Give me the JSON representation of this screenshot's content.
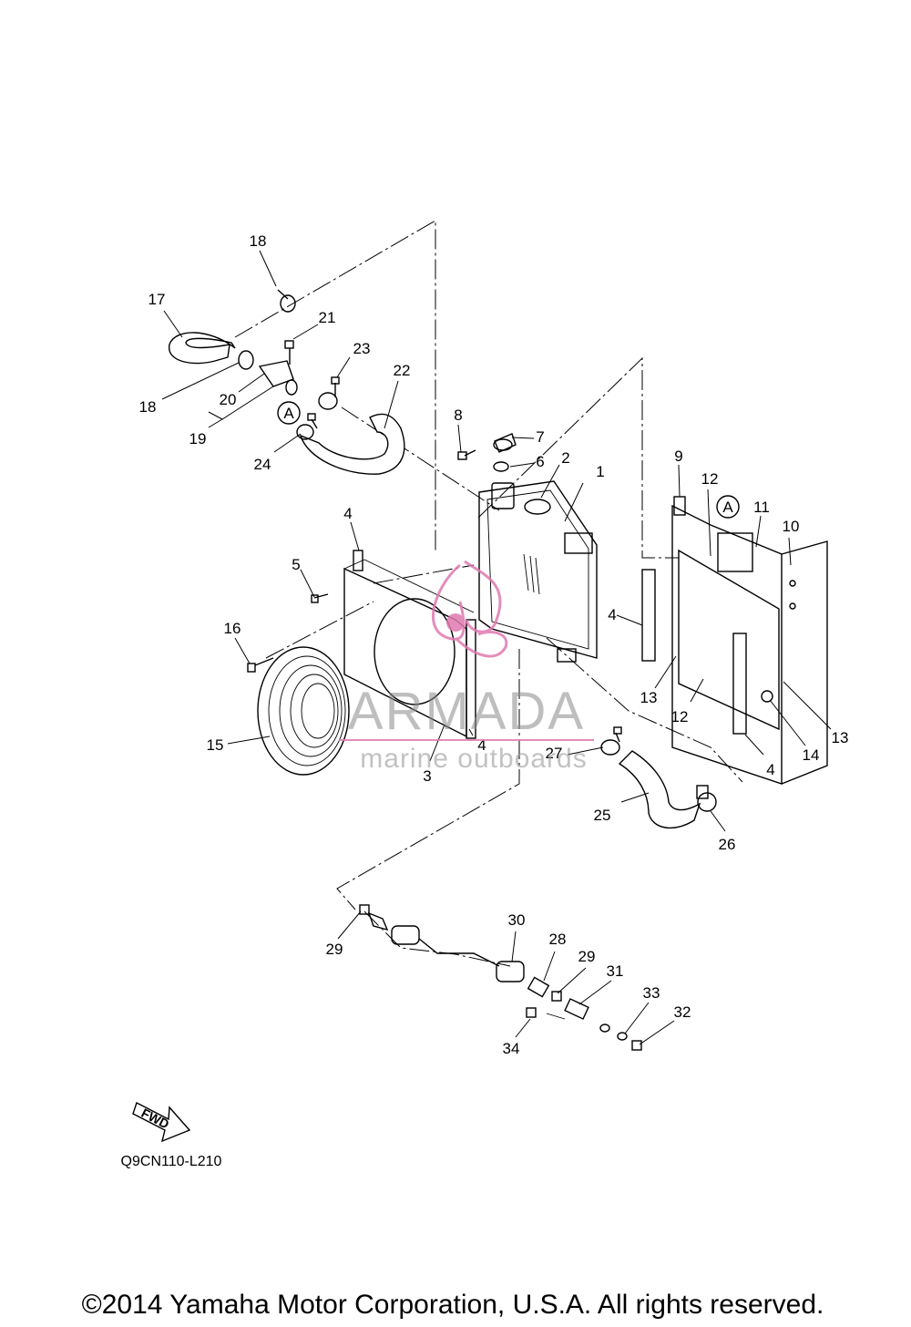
{
  "diagram": {
    "callouts": [
      "1",
      "2",
      "3",
      "4",
      "4",
      "4",
      "4",
      "5",
      "6",
      "7",
      "8",
      "9",
      "10",
      "11",
      "12",
      "12",
      "13",
      "13",
      "14",
      "15",
      "16",
      "17",
      "18",
      "18",
      "19",
      "20",
      "21",
      "22",
      "23",
      "24",
      "25",
      "26",
      "27",
      "28",
      "29",
      "29",
      "30",
      "31",
      "32",
      "33",
      "34"
    ],
    "reference_marker": "A",
    "fwd_label": "FWD",
    "diagram_code": "Q9CN110-L210",
    "copyright": "©2014 Yamaha Motor Corporation, U.S.A. All rights reserved.",
    "watermark": {
      "brand": "ARMADA",
      "tagline": "marine outboards",
      "color": "#e07ab0"
    }
  }
}
